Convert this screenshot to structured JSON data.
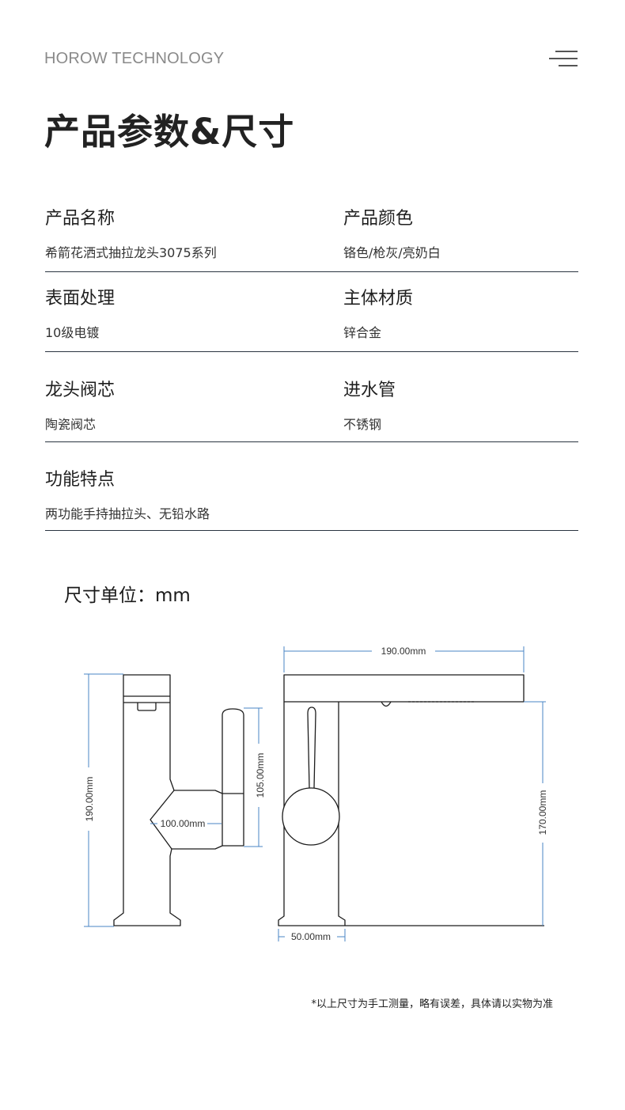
{
  "header": {
    "brand": "HOROW TECHNOLOGY",
    "menu_icon": "menu-icon"
  },
  "page_title": "产品参数&尺寸",
  "specs": [
    {
      "label": "产品名称",
      "value": "希箭花洒式抽拉龙头3075系列"
    },
    {
      "label": "产品颜色",
      "value": "铬色/枪灰/亮奶白"
    },
    {
      "label": "表面处理",
      "value": "10级电镀"
    },
    {
      "label": "主体材质",
      "value": "锌合金"
    },
    {
      "label": "龙头阀芯",
      "value": "陶瓷阀芯"
    },
    {
      "label": "进水管",
      "value": "不锈钢"
    },
    {
      "label": "功能特点",
      "value": "两功能手持抽拉头、无铅水路"
    }
  ],
  "dimensions": {
    "unit_label": "尺寸单位：mm",
    "side_height": "190.00mm",
    "handle_height": "105.00mm",
    "spout_depth": "100.00mm",
    "front_width": "190.00mm",
    "front_height": "170.00mm",
    "base_width": "50.00mm"
  },
  "note": "*以上尺寸为手工测量，略有误差，具体请以实物为准",
  "colors": {
    "dimension_line": "#4a86c5",
    "outline": "#1c1c1c",
    "rule": "#2a3440",
    "brand_text": "#8a8a8a"
  }
}
